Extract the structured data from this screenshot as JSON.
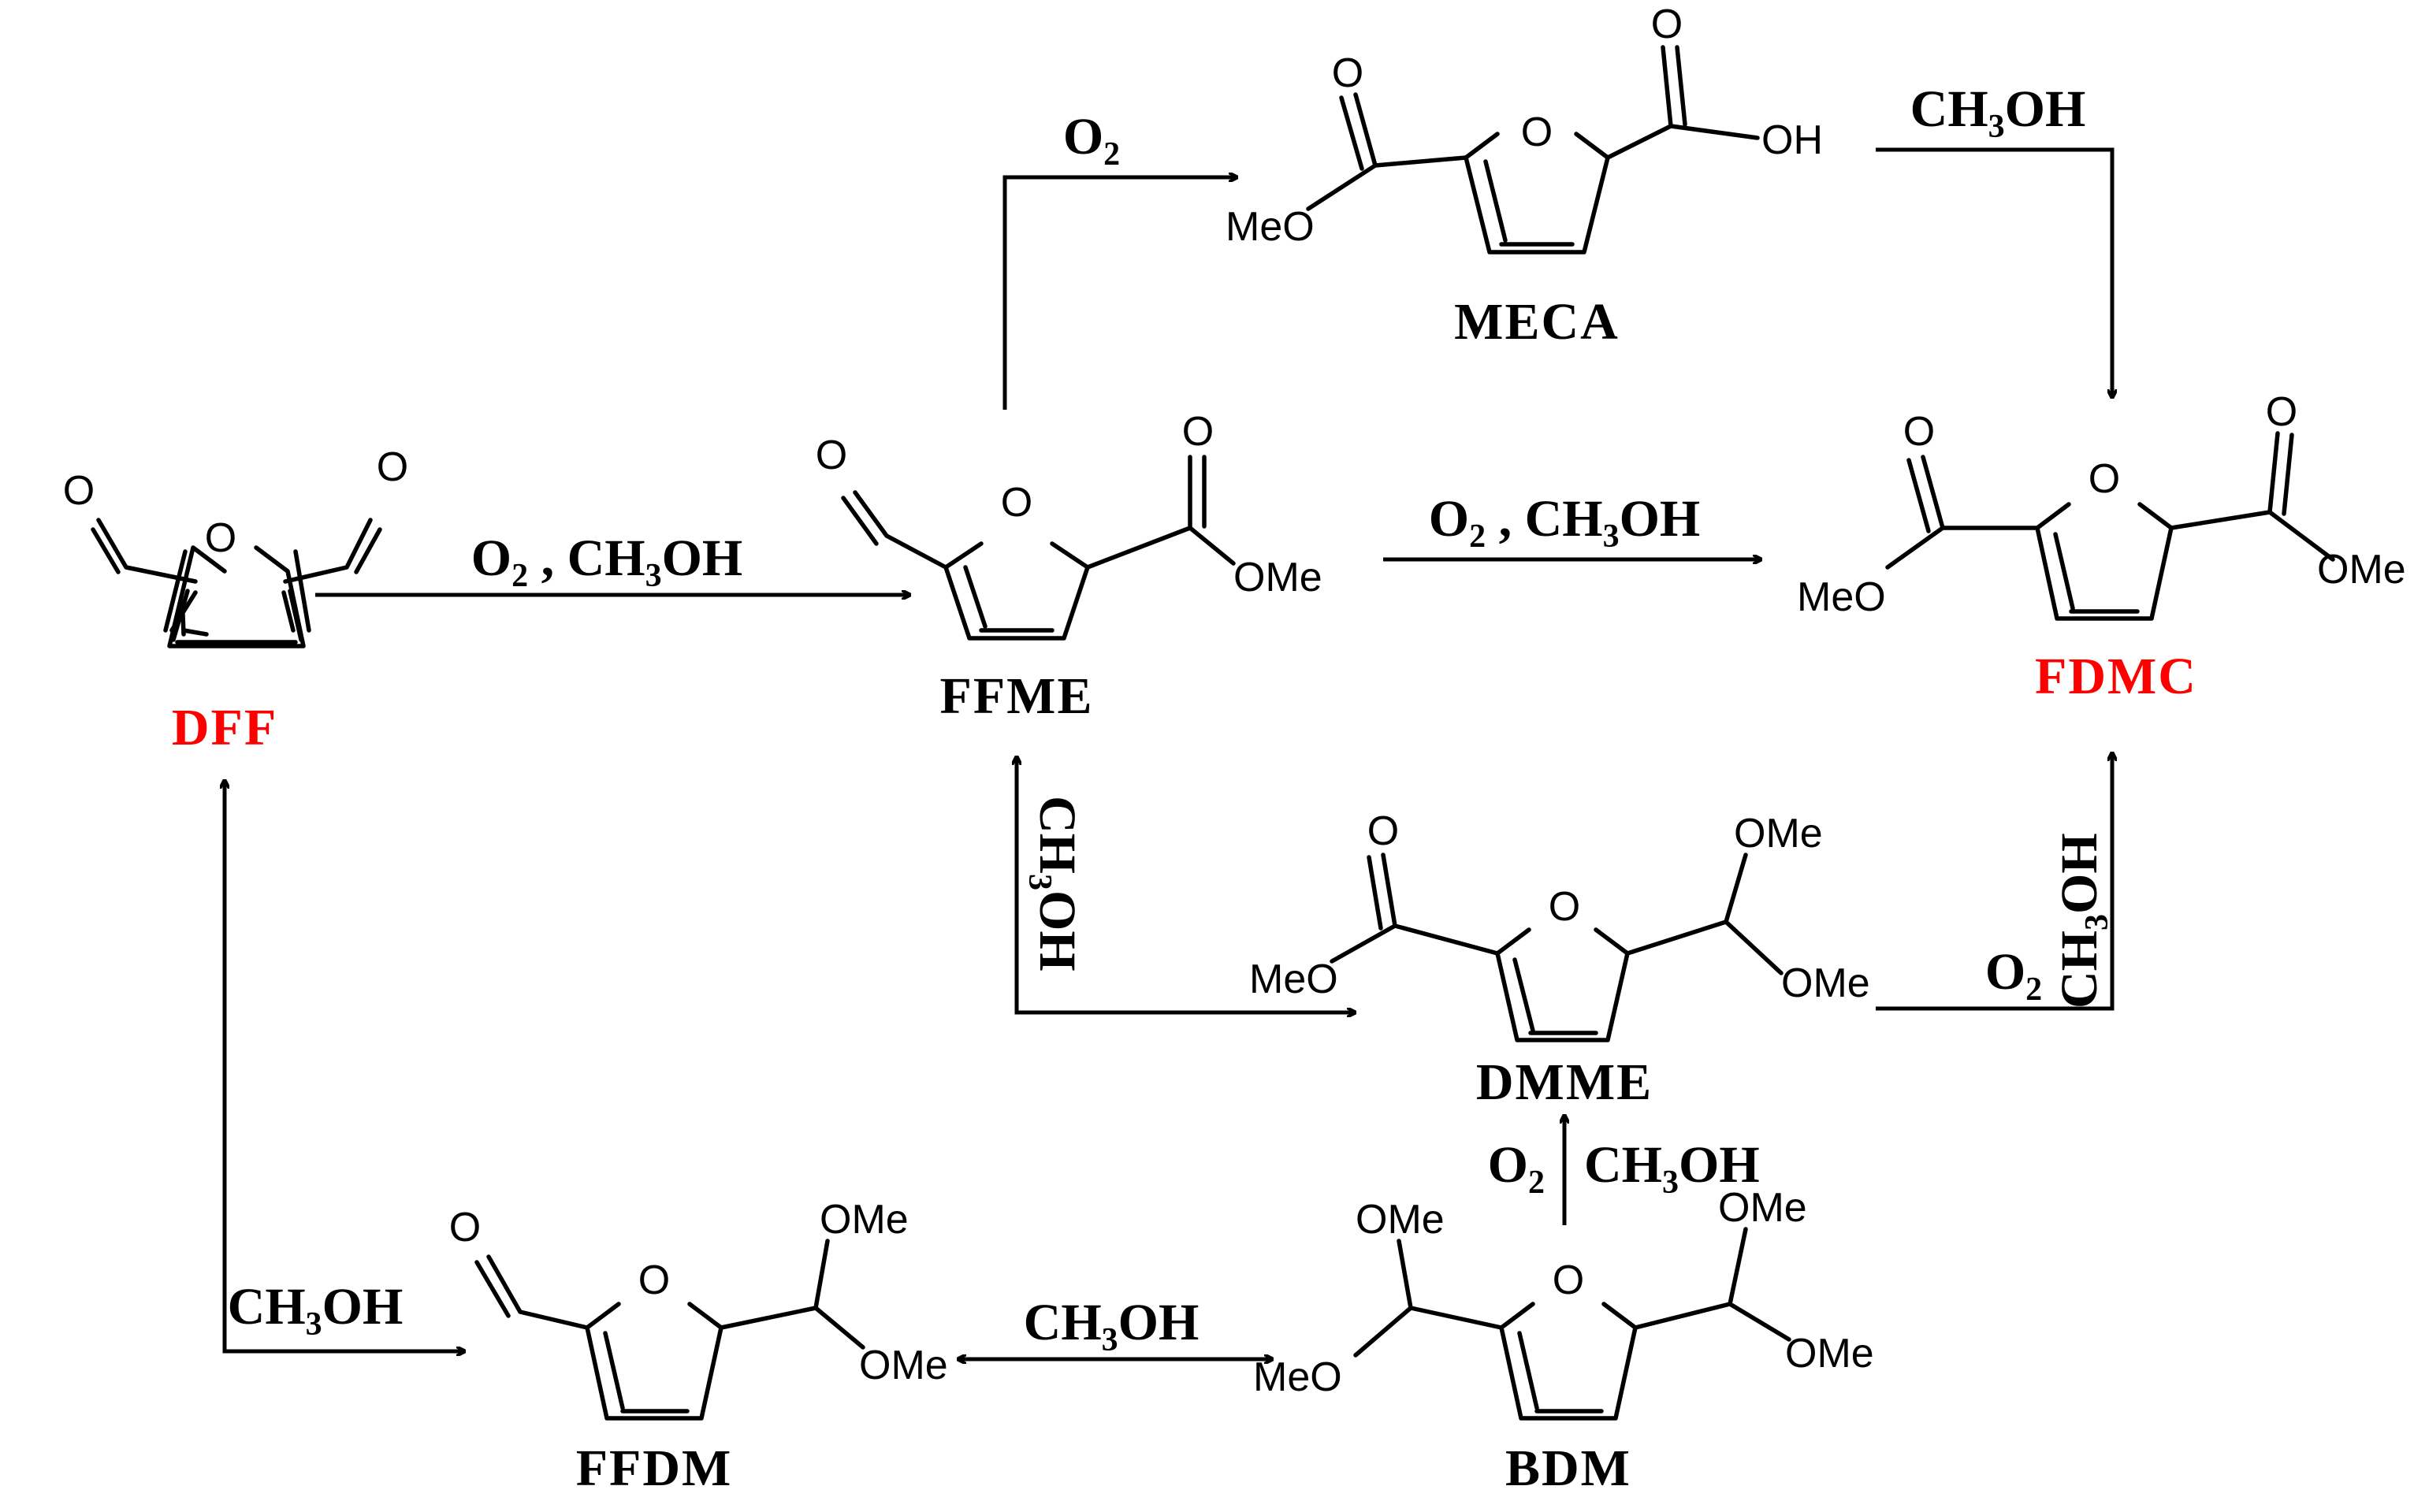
{
  "compounds": {
    "dff": "DFF",
    "ffme": "FFME",
    "meca": "MECA",
    "fdmc": "FDMC",
    "dmme": "DMME",
    "ffdm": "FFDM",
    "bdm": "BDM"
  },
  "atoms": {
    "ring_o": "O",
    "carbonyl_o": "O",
    "ome": "OMe",
    "meo": "MeO",
    "oh": "OH"
  },
  "conditions": {
    "o2": "O2",
    "o2_ch3oh": "O2 , CH3OH",
    "ch3oh": "CH3OH"
  },
  "colors": {
    "highlight": "#ff0000",
    "ink": "#000000"
  }
}
